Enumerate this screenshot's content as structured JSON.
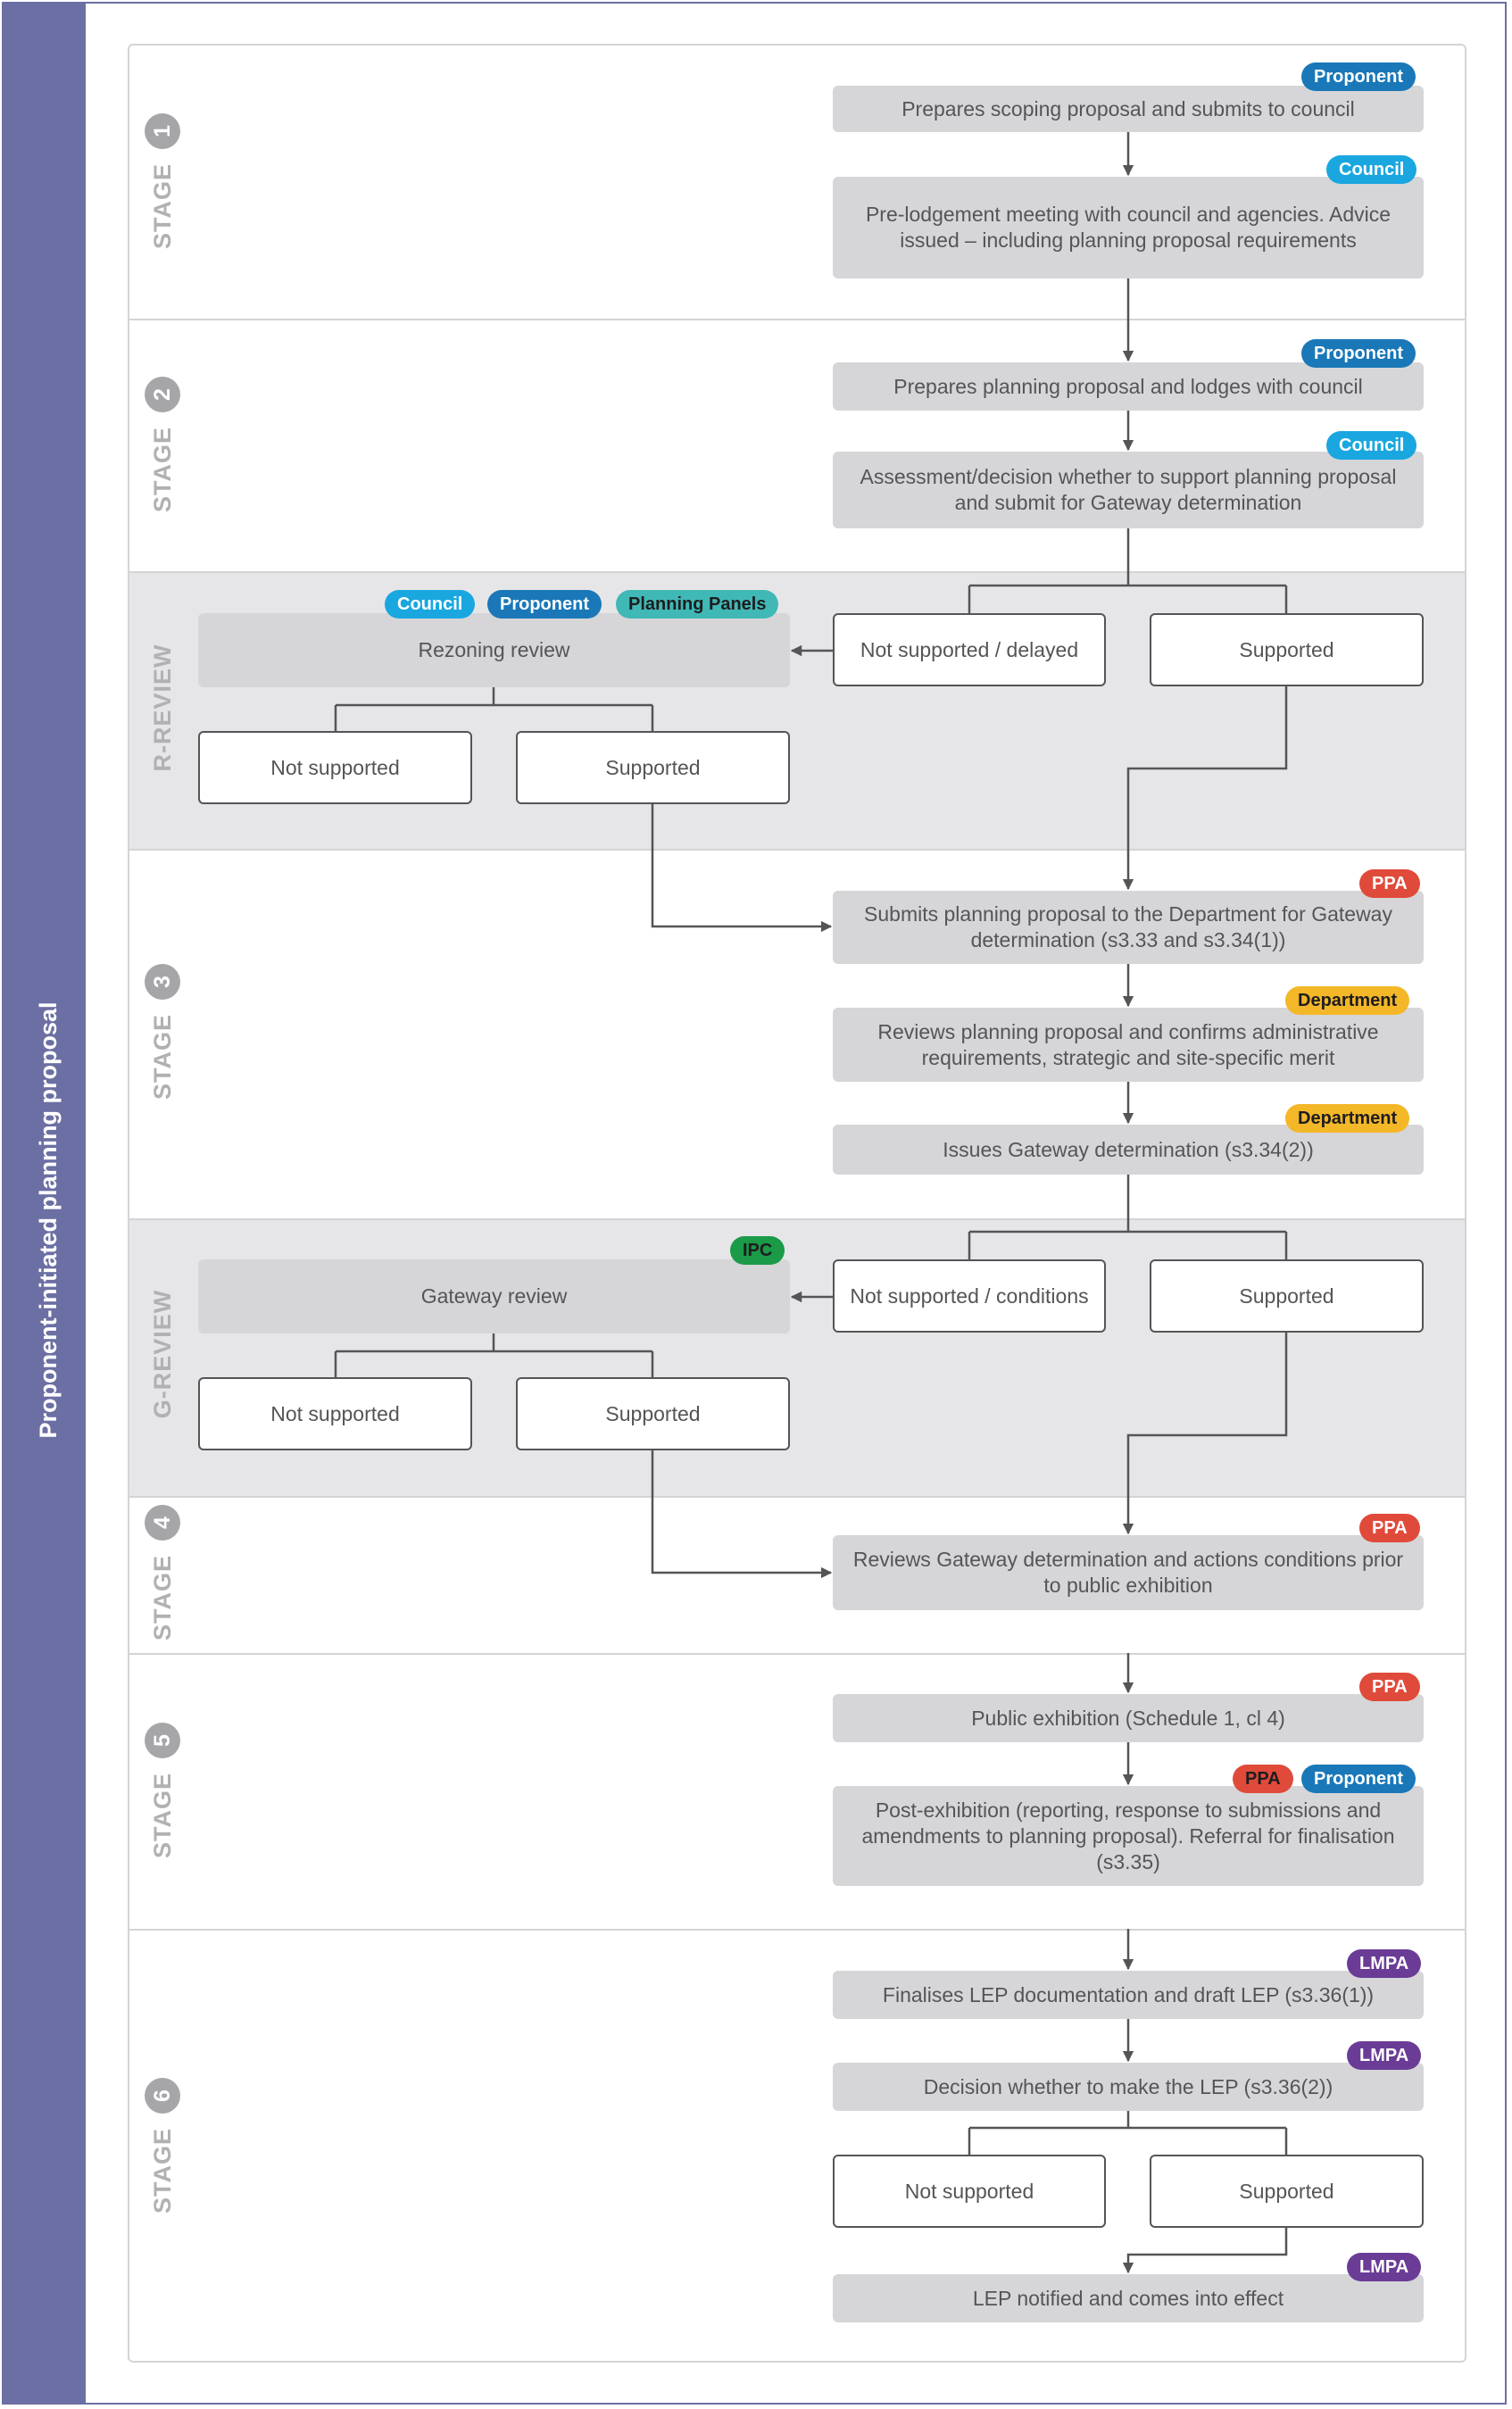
{
  "side_title": "Proponent-initiated planning proposal",
  "colors": {
    "strip": "#6b6fa3",
    "band": "#e6e6e8",
    "step_box": "#d6d6d8",
    "text": "#555558",
    "Proponent": "#1a78b8",
    "Council": "#1aa7e0",
    "Planning Panels": "#40b8b6",
    "PPA": "#e04a3a",
    "Department": "#f4b728",
    "IPC": "#1b9a48",
    "LMPA": "#6a3c96"
  },
  "stages": [
    {
      "word": "STAGE",
      "num": "1"
    },
    {
      "word": "STAGE",
      "num": "2"
    },
    {
      "word": "R-REVIEW"
    },
    {
      "word": "STAGE",
      "num": "3"
    },
    {
      "word": "G-REVIEW"
    },
    {
      "word": "STAGE",
      "num": "4"
    },
    {
      "word": "STAGE",
      "num": "5"
    },
    {
      "word": "STAGE",
      "num": "6"
    }
  ],
  "steps": [
    {
      "text": "Prepares scoping proposal and submits to council",
      "roles": [
        "Proponent"
      ]
    },
    {
      "text": "Pre-lodgement meeting with council and agencies. Advice issued – including planning proposal requirements",
      "roles": [
        "Council"
      ]
    },
    {
      "text": "Prepares planning proposal and lodges with council",
      "roles": [
        "Proponent"
      ]
    },
    {
      "text": "Assessment/decision whether to support planning proposal and submit for Gateway determination",
      "roles": [
        "Council"
      ]
    },
    {
      "text": "Not supported / delayed"
    },
    {
      "text": "Supported"
    },
    {
      "text": "Rezoning review",
      "roles": [
        "Council",
        "Proponent",
        "Planning Panels"
      ]
    },
    {
      "text": "Not supported"
    },
    {
      "text": "Supported"
    },
    {
      "text": "Submits planning proposal to the Department for Gateway determination (s3.33 and s3.34(1))",
      "roles": [
        "PPA"
      ]
    },
    {
      "text": "Reviews planning proposal and confirms administrative requirements, strategic and site-specific merit",
      "roles": [
        "Department"
      ]
    },
    {
      "text": "Issues Gateway determination (s3.34(2))",
      "roles": [
        "Department"
      ]
    },
    {
      "text": "Not supported / conditions"
    },
    {
      "text": "Supported"
    },
    {
      "text": "Gateway review",
      "roles": [
        "IPC"
      ]
    },
    {
      "text": "Not supported"
    },
    {
      "text": "Supported"
    },
    {
      "text": "Reviews Gateway determination and actions conditions prior to public exhibition",
      "roles": [
        "PPA"
      ]
    },
    {
      "text": "Public exhibition (Schedule 1, cl 4)",
      "roles": [
        "PPA"
      ]
    },
    {
      "text": "Post-exhibition (reporting, response to submissions and amendments to planning proposal). Referral for finalisation (s3.35)",
      "roles": [
        "PPA",
        "Proponent"
      ]
    },
    {
      "text": "Finalises LEP documentation and draft LEP (s3.36(1))",
      "roles": [
        "LMPA"
      ]
    },
    {
      "text": "Decision whether to make the LEP (s3.36(2))",
      "roles": [
        "LMPA"
      ]
    },
    {
      "text": "Not supported"
    },
    {
      "text": "Supported"
    },
    {
      "text": "LEP notified and comes into effect",
      "roles": [
        "LMPA"
      ]
    }
  ]
}
